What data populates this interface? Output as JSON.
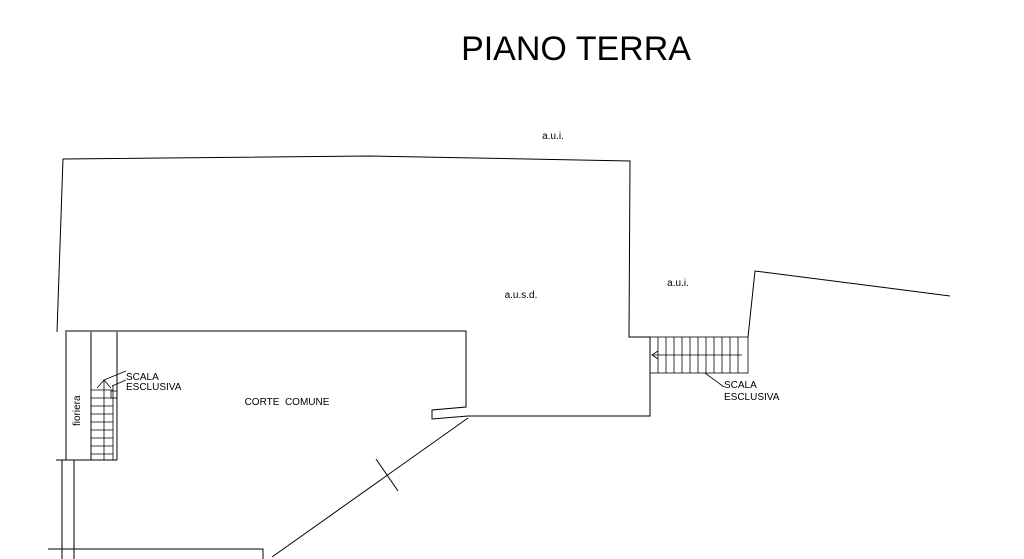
{
  "title": "PIANO TERRA",
  "labels": {
    "aui_top": "a.u.i.",
    "aui_right": "a.u.i.",
    "ausd": "a.u.s.d.",
    "corte_comune": "CORTE  COMUNE",
    "scala_left_line1": "SCALA",
    "scala_left_line2": "ESCLUSIVA",
    "scala_right_line1": "SCALA",
    "scala_right_line2": "ESCLUSIVA",
    "fioriera": "fioriera"
  }
}
